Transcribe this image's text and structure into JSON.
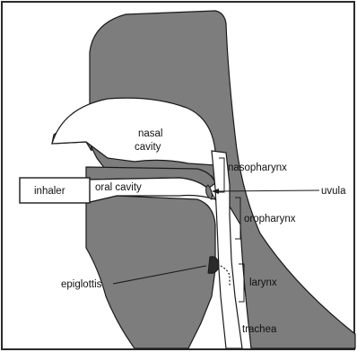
{
  "labels": {
    "nasal_cavity_line1": "nasal",
    "nasal_cavity_line2": "cavity",
    "nasopharynx": "nasopharynx",
    "inhaler": "inhaler",
    "oral_cavity": "oral cavity",
    "uvula": "uvula",
    "oropharynx": "oropharynx",
    "epiglottis": "epiglottis",
    "larynx": "larynx",
    "trachea": "trachea"
  },
  "colors": {
    "tissue": "#7d7d7d",
    "airway": "#ffffff",
    "outline": "#1a1a1a",
    "border": "#2a2a2a"
  }
}
